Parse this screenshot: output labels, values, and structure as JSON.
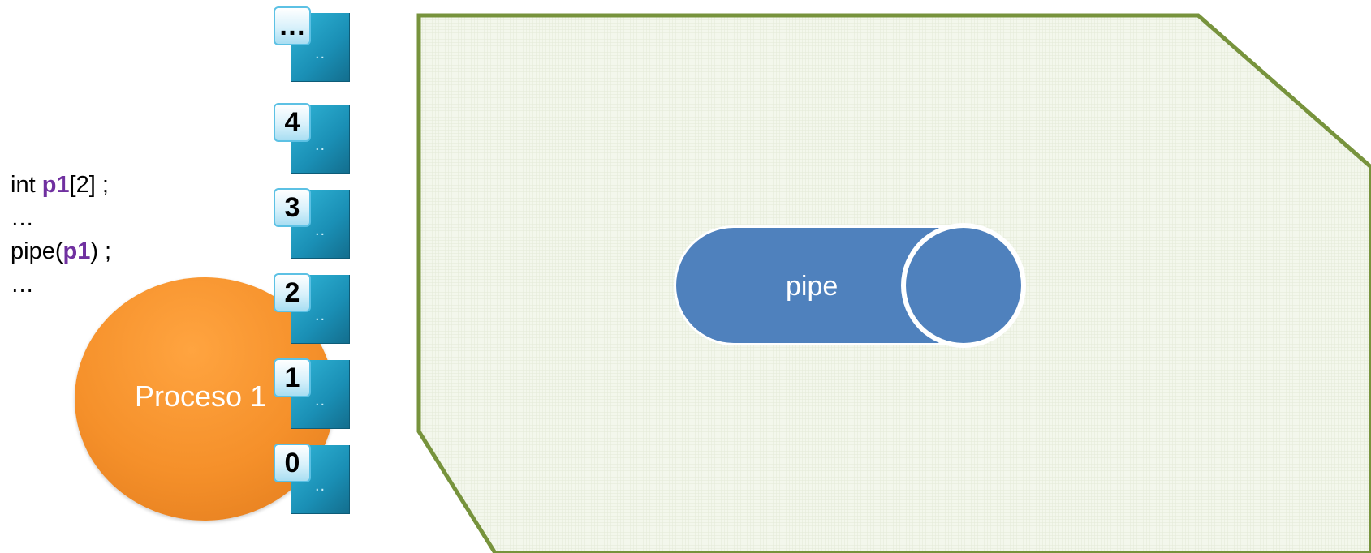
{
  "code": {
    "line1_pre": "int ",
    "line1_var": "p1",
    "line1_post": "[2] ;",
    "line2": "…",
    "line3_pre": "pipe(",
    "line3_var": "p1",
    "line3_post": ") ;",
    "line4": "…"
  },
  "process": {
    "label": "Proceso 1"
  },
  "fd_table": {
    "entries": [
      {
        "index": "…",
        "content": ".."
      },
      {
        "index": "4",
        "content": ".."
      },
      {
        "index": "3",
        "content": ".."
      },
      {
        "index": "2",
        "content": ".."
      },
      {
        "index": "1",
        "content": ".."
      },
      {
        "index": "0",
        "content": ".."
      }
    ]
  },
  "pipe": {
    "label": "pipe"
  },
  "colors": {
    "process": "#f5902a",
    "fd_box": "#1a8fb5",
    "pipe": "#4f81bd",
    "kernel_fill": "#f0f5e8",
    "kernel_border": "#77933c",
    "highlight": "#7030a0"
  }
}
